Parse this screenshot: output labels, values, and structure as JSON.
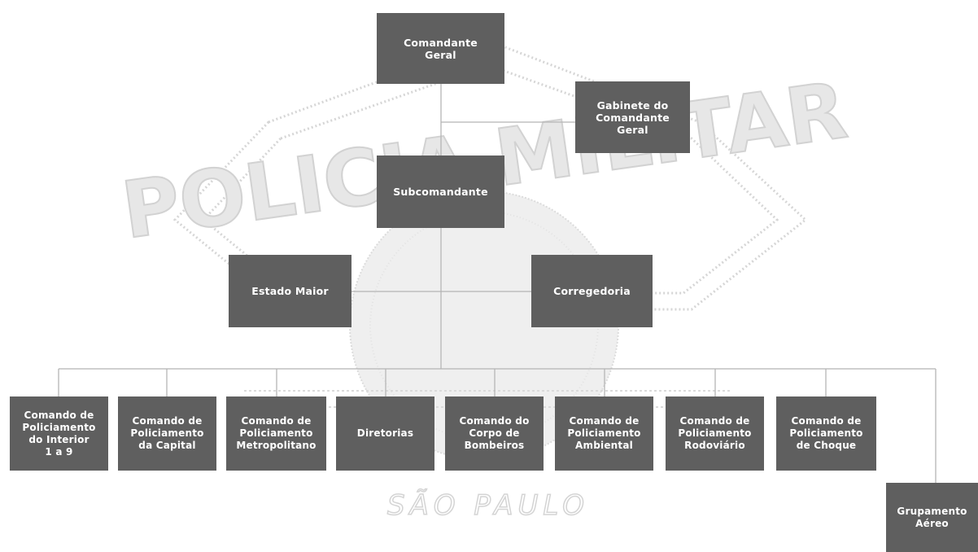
{
  "watermark": {
    "emblem_text": "POLICIA MILITAR",
    "bottom_text": "SÃO PAULO"
  },
  "nodes": {
    "comandante_geral": "Comandante\nGeral",
    "gabinete": "Gabinete do\nComandante\nGeral",
    "subcomandante": "Subcomandante",
    "estado_maior": "Estado Maior",
    "corregedoria": "Corregedoria",
    "cpi": "Comando de\nPoliciamento\ndo Interior\n1 a 9",
    "cpc": "Comando de\nPoliciamento\nda Capital",
    "cpm": "Comando de\nPoliciamento\nMetropolitano",
    "diretorias": "Diretorias",
    "ccb": "Comando do\nCorpo de\nBombeiros",
    "cpa": "Comando de\nPoliciamento\nAmbiental",
    "cpr": "Comando de\nPoliciamento\nRodoviário",
    "cpchq": "Comando de\nPoliciamento\nde Choque",
    "grupamento_aereo": "Grupamento\nAéreo"
  },
  "colors": {
    "box": "#5f5f5f",
    "box_text": "#ffffff",
    "line": "#b5b5b5",
    "watermark": "#cfcfcf"
  }
}
